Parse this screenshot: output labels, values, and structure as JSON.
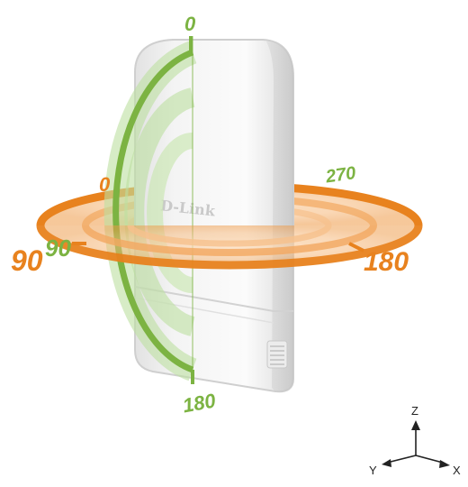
{
  "device": {
    "brand": "D-Link"
  },
  "vertical_pattern": {
    "color": "#7cb342",
    "labels": {
      "top": "0",
      "bottom": "180",
      "left": "90"
    }
  },
  "horizontal_pattern": {
    "color": "#e8821e",
    "labels": {
      "front": "0",
      "left_outer": "90",
      "right": "180",
      "back": "270"
    }
  },
  "axes": {
    "z": "Z",
    "y": "Y",
    "x": "X"
  }
}
